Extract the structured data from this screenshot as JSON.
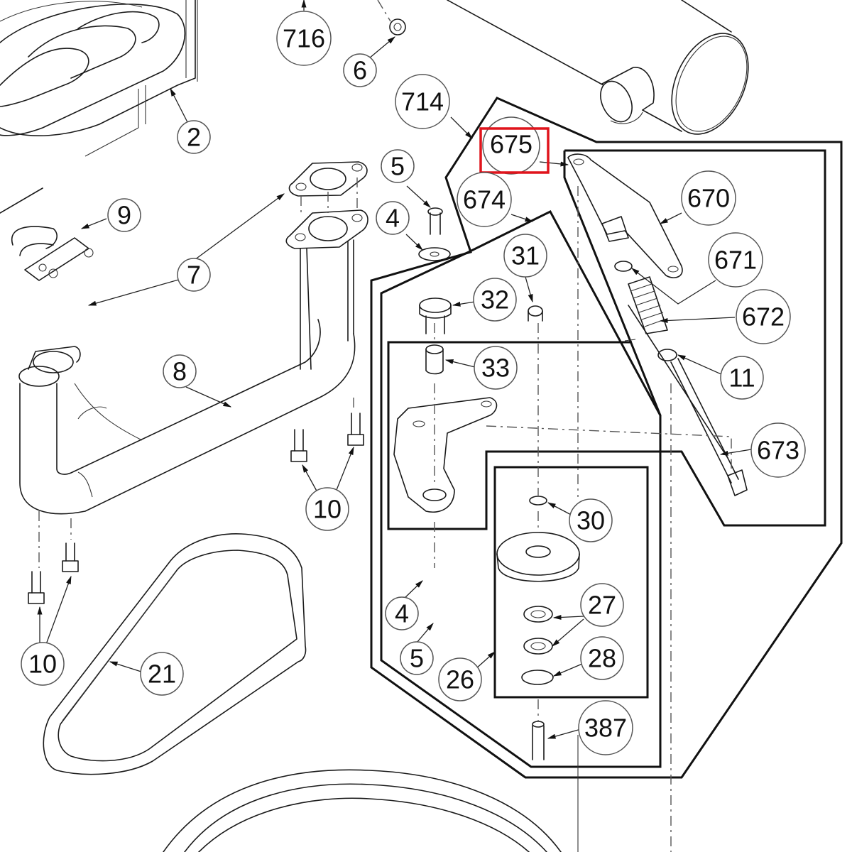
{
  "diagram": {
    "type": "exploded-parts-diagram",
    "highlight": {
      "label": "675",
      "color": "#e0141c"
    },
    "callouts": [
      {
        "id": "c716",
        "label": "716"
      },
      {
        "id": "c6",
        "label": "6"
      },
      {
        "id": "c714",
        "label": "714"
      },
      {
        "id": "c2",
        "label": "2"
      },
      {
        "id": "c675",
        "label": "675"
      },
      {
        "id": "c5a",
        "label": "5"
      },
      {
        "id": "c674",
        "label": "674"
      },
      {
        "id": "c670",
        "label": "670"
      },
      {
        "id": "c9",
        "label": "9"
      },
      {
        "id": "c4a",
        "label": "4"
      },
      {
        "id": "c31",
        "label": "31"
      },
      {
        "id": "c671",
        "label": "671"
      },
      {
        "id": "c7",
        "label": "7"
      },
      {
        "id": "c32",
        "label": "32"
      },
      {
        "id": "c672",
        "label": "672"
      },
      {
        "id": "c33",
        "label": "33"
      },
      {
        "id": "c11",
        "label": "11"
      },
      {
        "id": "c8",
        "label": "8"
      },
      {
        "id": "c673",
        "label": "673"
      },
      {
        "id": "c10a",
        "label": "10"
      },
      {
        "id": "c30",
        "label": "30"
      },
      {
        "id": "c27",
        "label": "27"
      },
      {
        "id": "c4b",
        "label": "4"
      },
      {
        "id": "c10b",
        "label": "10"
      },
      {
        "id": "c28",
        "label": "28"
      },
      {
        "id": "c5b",
        "label": "5"
      },
      {
        "id": "c21",
        "label": "21"
      },
      {
        "id": "c26",
        "label": "26"
      },
      {
        "id": "c387",
        "label": "387"
      }
    ]
  }
}
